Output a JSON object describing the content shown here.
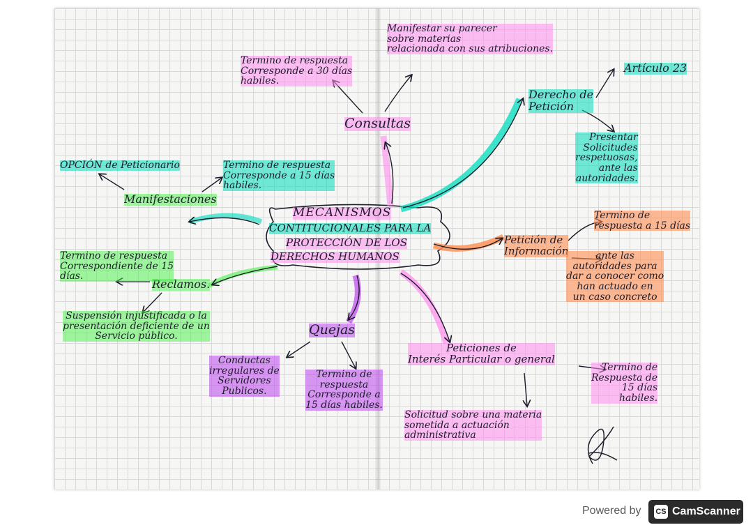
{
  "center": {
    "line1": "MECANISMOS",
    "line2": "CONTITUCIONALES PARA LA",
    "line3": "PROTECCIÓN DE LOS",
    "line4": "DERECHOS HUMANOS"
  },
  "consultas": {
    "label": "Consultas",
    "note_left": "Termino de respuesta\nCorresponde a 30 días\nhabiles.",
    "note_right": "Manifestar su parecer\nsobre materias\nrelacionada con sus atribuciones."
  },
  "derecho_peticion": {
    "label": "Derecho de\nPetición",
    "article": "Artículo 23",
    "note": "Presentar\nSolicitudes\nrespetuosas,\nante las\nautoridades."
  },
  "manifestaciones": {
    "label": "Manifestaciones",
    "note_left": "OPCIÓN de Peticionario",
    "note_right": "Termino de respuesta\nCorresponde a 15 días\nhabiles."
  },
  "peticion_informacion": {
    "label": "Petición de\nInformación",
    "note_top": "Termino de\nrespuesta a 15 días",
    "note_bottom": "ante las\nautoridades para\ndar a conocer como\nhan actuado en\nun caso concreto"
  },
  "reclamos": {
    "label": "Reclamos.",
    "note_top": "Termino de respuesta\nCorrespondiente de 15\ndías.",
    "note_bottom": "Suspensión injustificada o la\npresentación deficiente de un\nServicio público."
  },
  "quejas": {
    "label": "Quejas",
    "note_left": "Conductas\nirregulares de\nServidores\nPublicos.",
    "note_right": "Termino de\nrespuesta\nCorresponde a\n15 días habiles."
  },
  "peticiones_interes": {
    "label": "Peticiones de\nInterés Particular o general",
    "note_right": "Termino de\nRespuesta de\n15 días\nhabiles.",
    "note_bottom": "Solicitud sobre una materia\nsometida a actuación\nadministrativa"
  },
  "footer": {
    "powered_by": "Powered by",
    "badge_logo": "CS",
    "badge_name": "CamScanner"
  },
  "colors": {
    "teal": "#00dcbe",
    "pink": "#ff8cf0",
    "green": "#46f046",
    "orange": "#ff8c50",
    "violet": "#be46f0",
    "ink": "#1d1d2b"
  }
}
